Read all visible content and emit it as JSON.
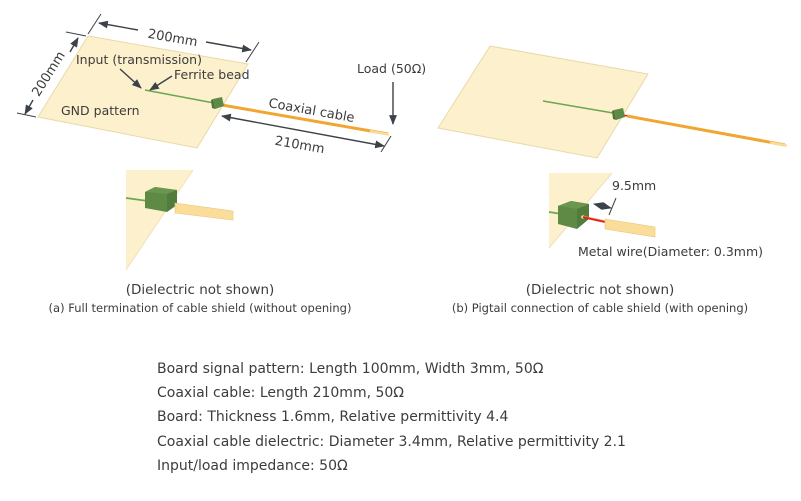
{
  "colors": {
    "board": "#fdf0cc",
    "board_edge": "#e9d9a8",
    "signal_trace": "#6aa84f",
    "ferrite_bead": "#5f8a45",
    "ferrite_bead_dark": "#4e743a",
    "cable_outer": "#f0a630",
    "cable_inner": "#fbdd9a",
    "metal_wire": "#e0201c",
    "dimension_line": "#3c4248",
    "text": "#3c3c3c"
  },
  "panel_a": {
    "dim_width": "200mm",
    "dim_depth": "200mm",
    "label_input": "Input (transmission)",
    "label_ferrite": "Ferrite bead",
    "label_gnd": "GND pattern",
    "label_cable": "Coaxial cable",
    "label_load": "Load (50Ω)",
    "dim_cable": "210mm",
    "dielectric_note": "(Dielectric not shown)",
    "caption": "(a) Full termination of cable shield (without opening)"
  },
  "panel_b": {
    "dim_gap": "9.5mm",
    "label_wire": "Metal wire(Diameter: 0.3mm)",
    "dielectric_note": "(Dielectric not shown)",
    "caption": "(b) Pigtail connection of cable shield (with opening)"
  },
  "specs": [
    "Board signal pattern: Length 100mm, Width 3mm, 50Ω",
    "Coaxial cable: Length 210mm, 50Ω",
    "Board: Thickness 1.6mm, Relative permittivity 4.4",
    "Coaxial cable dielectric: Diameter 3.4mm, Relative permittivity 2.1",
    "Input/load impedance: 50Ω"
  ]
}
